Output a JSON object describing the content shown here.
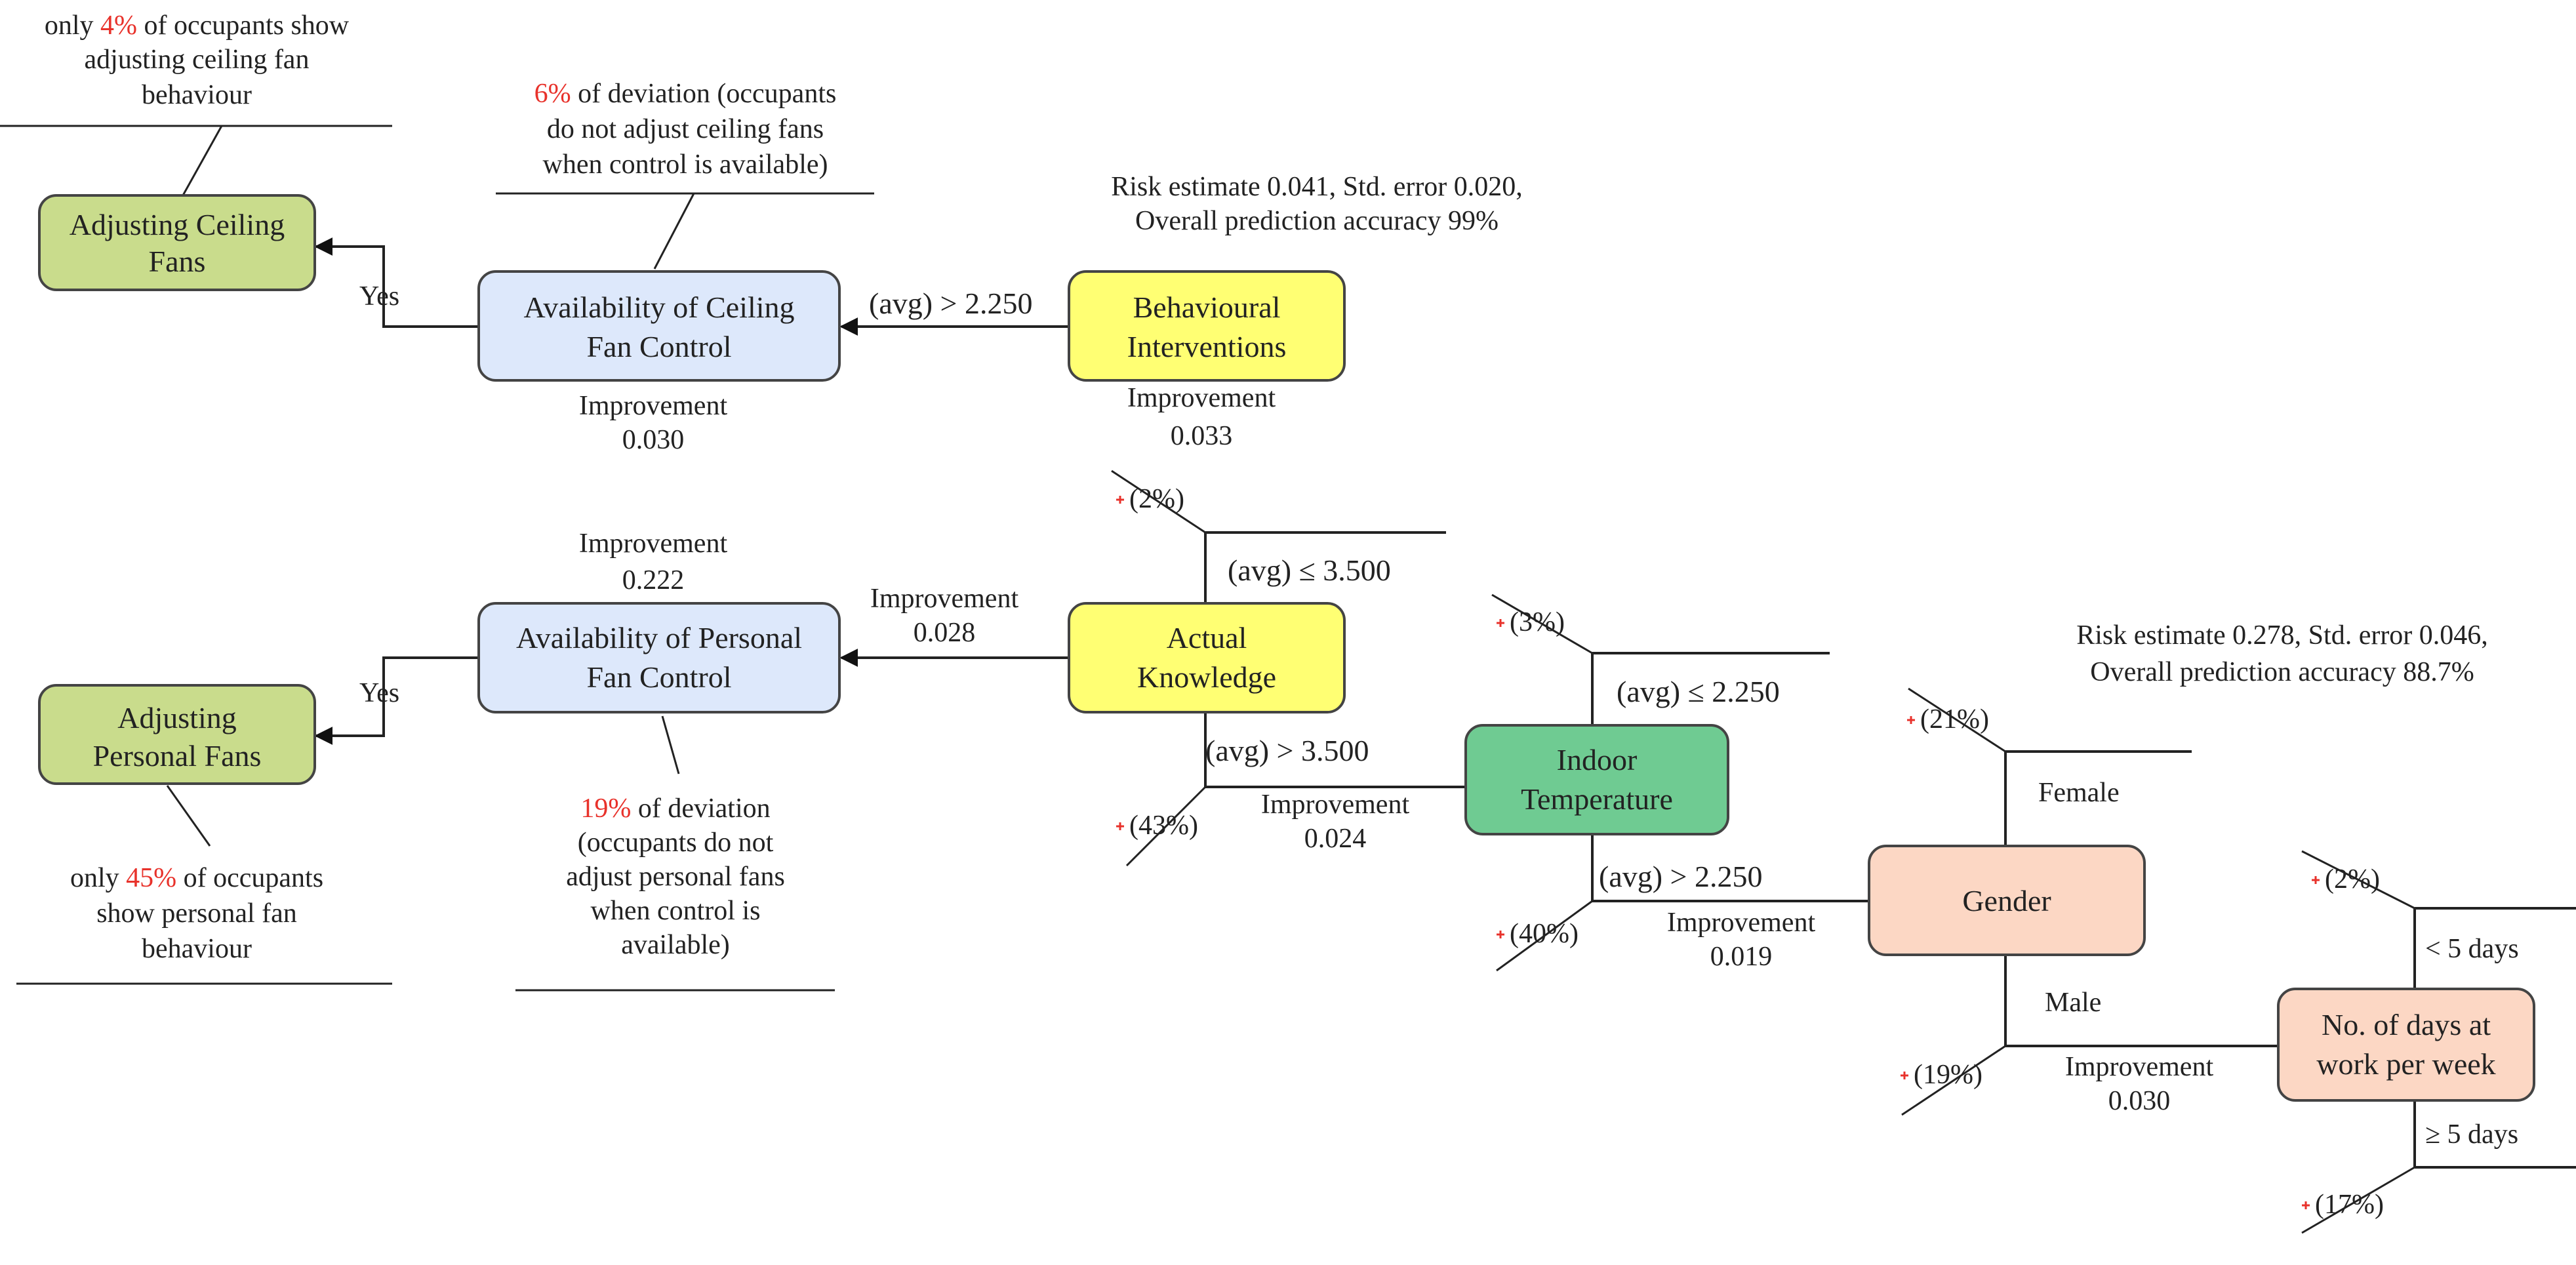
{
  "colors": {
    "green_leaf": "#c9dc8c",
    "blue_node": "#dde8fb",
    "yellow_node": "#ffff73",
    "teal_node": "#6fcb92",
    "peach_node": "#fcd7c4",
    "highlight_red": "#e8322b"
  },
  "nodes": {
    "adjusting_ceiling_fans": [
      "Adjusting Ceiling",
      "Fans"
    ],
    "availability_ceiling": [
      "Availability of Ceiling",
      "Fan Control"
    ],
    "behavioural": [
      "Behavioural",
      "Interventions"
    ],
    "actual_knowledge": [
      "Actual",
      "Knowledge"
    ],
    "availability_personal": [
      "Availability of Personal",
      "Fan Control"
    ],
    "adjusting_personal_fans": [
      "Adjusting",
      "Personal Fans"
    ],
    "indoor_temperature": [
      "Indoor",
      "Temperature"
    ],
    "gender": [
      "Gender"
    ],
    "days_at_work": [
      "No. of days at",
      "work per week"
    ]
  },
  "edges": {
    "yes_ceiling": "Yes",
    "yes_personal": "Yes",
    "avg_gt_2250_top": "(avg) > 2.250",
    "avg_le_3500": "(avg) ≤ 3.500",
    "avg_gt_3500": "(avg) > 3.500",
    "avg_le_2250": "(avg) ≤ 2.250",
    "avg_gt_2250_temp": "(avg) > 2.250",
    "female": "Female",
    "male": "Male",
    "lt_5_days": "< 5 days",
    "ge_5_days": "≥ 5 days"
  },
  "improvements": {
    "ceiling": [
      "Improvement",
      "0.030"
    ],
    "behavioural": [
      "Improvement",
      "0.033"
    ],
    "personal_top": [
      "Improvement",
      "0.222"
    ],
    "knowledge_edge": [
      "Improvement",
      "0.028"
    ],
    "knowledge_gt": [
      "Improvement",
      "0.024"
    ],
    "temperature_gt": [
      "Improvement",
      "0.019"
    ],
    "gender_male": [
      "Improvement",
      "0.030"
    ]
  },
  "percentages": {
    "p2_top": "(2%)",
    "p43": "(43%)",
    "p3": "(3%)",
    "p40": "(40%)",
    "p21": "(21%)",
    "p19": "(19%)",
    "p2_days": "(2%)",
    "p17": "(17%)"
  },
  "risk": {
    "first": [
      "Risk estimate 0.041, Std. error 0.020,",
      "Overall prediction accuracy 99%"
    ],
    "second": [
      "Risk estimate 0.278, Std. error 0.046,",
      "Overall prediction accuracy 88.7%"
    ]
  },
  "notes": {
    "ceiling_share": {
      "l1_pre": "only ",
      "l1_pct": "4%",
      "l1_post": " of occupants show",
      "l2": "adjusting ceiling fan",
      "l3": "behaviour"
    },
    "ceiling_deviation": {
      "l1_pct": "6%",
      "l1_post": " of deviation (occupants",
      "l2": "do not adjust ceiling fans",
      "l3": "when control is available)"
    },
    "personal_share": {
      "l1_pre": "only ",
      "l1_pct": "45%",
      "l1_post": " of occupants",
      "l2": "show personal fan",
      "l3": "behaviour"
    },
    "personal_deviation": {
      "l1_pct": "19%",
      "l1_post": " of deviation",
      "l2": "(occupants do not",
      "l3": "adjust personal fans",
      "l4": "when control is",
      "l5": "available)"
    }
  }
}
